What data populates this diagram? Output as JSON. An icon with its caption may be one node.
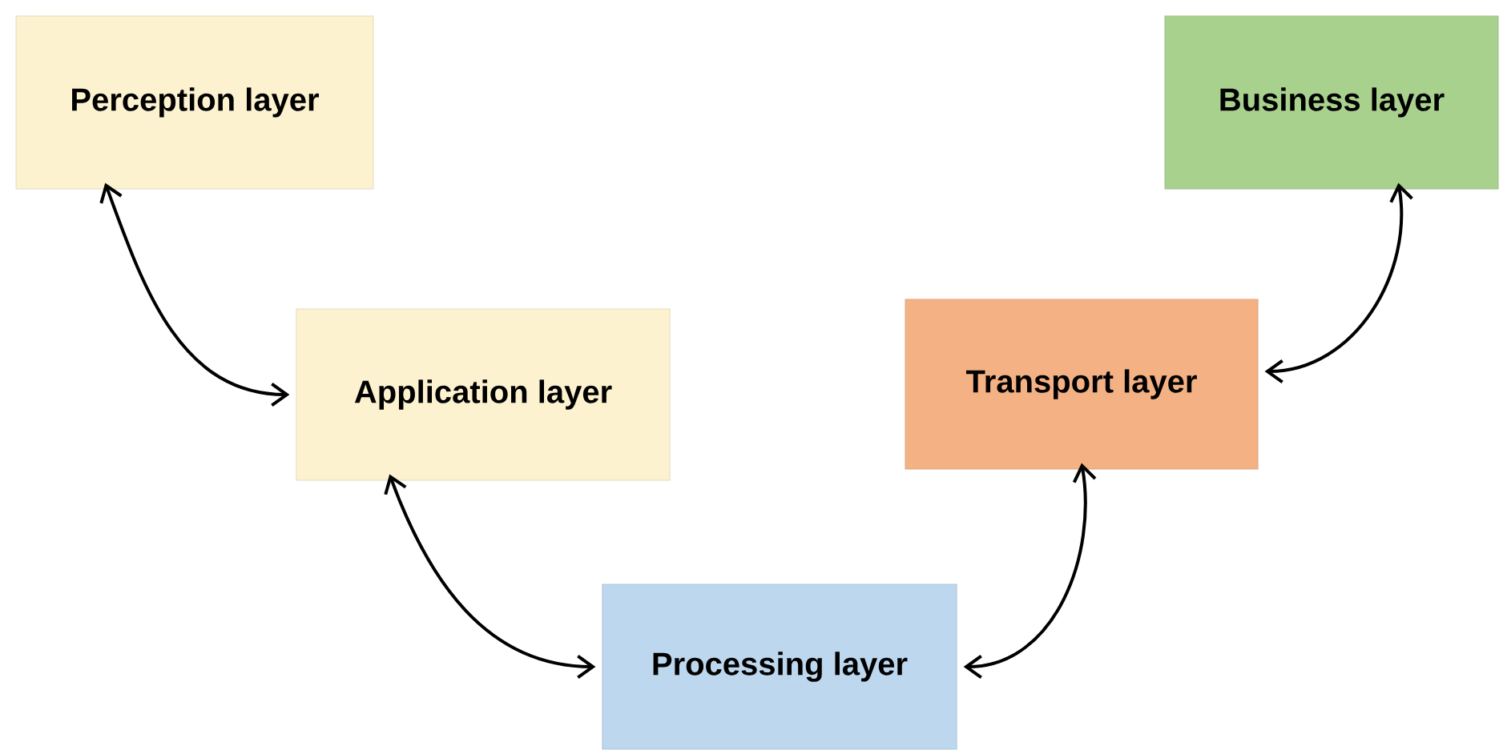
{
  "diagram": {
    "nodes": [
      {
        "text": [
          "Perception layer"
        ]
      },
      {
        "text": [
          "Business layer"
        ]
      },
      {
        "text": [
          "Application layer"
        ]
      },
      {
        "text": [
          "Transport layer"
        ]
      },
      {
        "text": [
          "Processing layer"
        ]
      }
    ],
    "edges": [
      {
        "from": 0,
        "to": 2,
        "arrow": "both"
      },
      {
        "from": 2,
        "to": 4,
        "arrow": "both"
      },
      {
        "from": 4,
        "to": 3,
        "arrow": "both"
      },
      {
        "from": 3,
        "to": 1,
        "arrow": "both"
      }
    ]
  }
}
